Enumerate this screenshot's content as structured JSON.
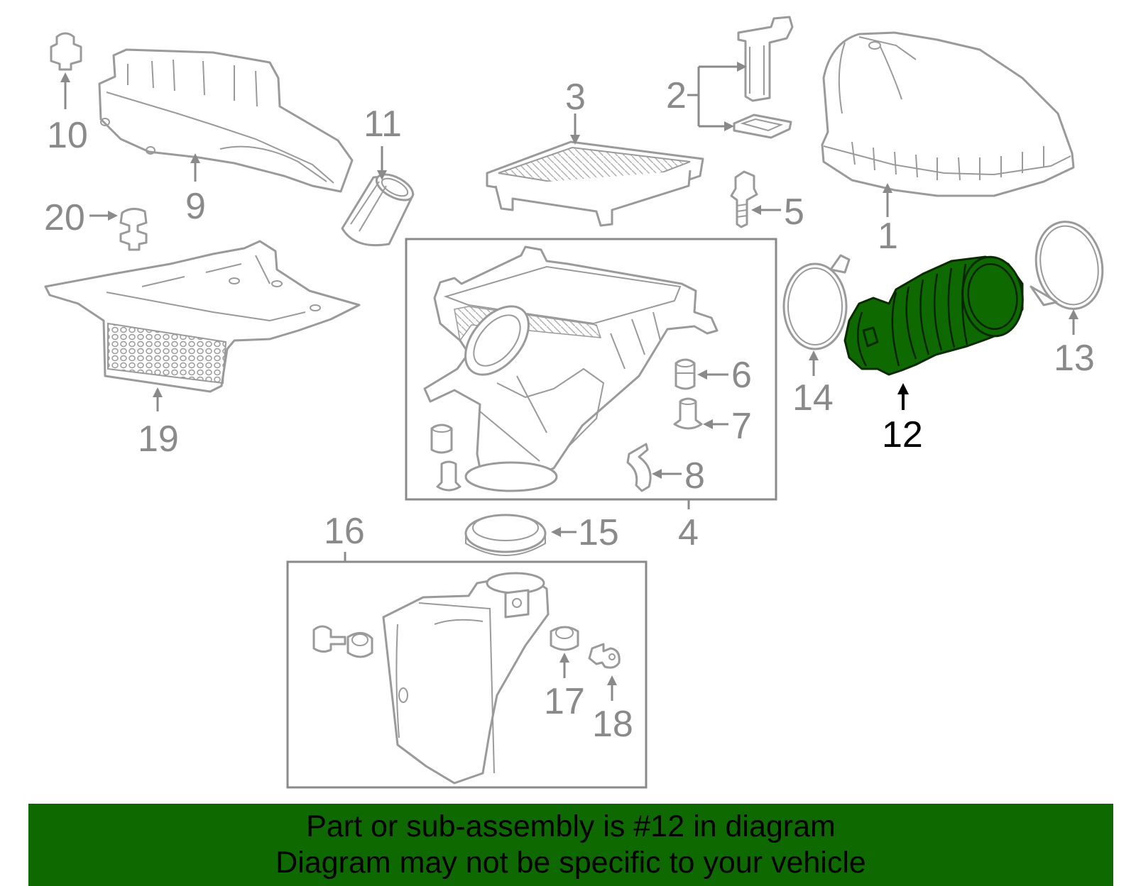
{
  "colors": {
    "banner_background": "#0e6a00",
    "highlight_part": "#0e6a00",
    "part_line": "#9a9a9a",
    "label_gray": "#8a8a8a",
    "label_highlight": "#000000"
  },
  "highlighted_callout": "12",
  "callouts": {
    "c1": "1",
    "c2": "2",
    "c3": "3",
    "c4": "4",
    "c5": "5",
    "c6": "6",
    "c7": "7",
    "c8": "8",
    "c9": "9",
    "c10": "10",
    "c11": "11",
    "c12": "12",
    "c13": "13",
    "c14": "14",
    "c15": "15",
    "c16": "16",
    "c17": "17",
    "c18": "18",
    "c19": "19",
    "c20": "20"
  },
  "banner": {
    "line1": "Part or sub-assembly is #12 in diagram",
    "line2": "Diagram may not be specific to your vehicle"
  }
}
